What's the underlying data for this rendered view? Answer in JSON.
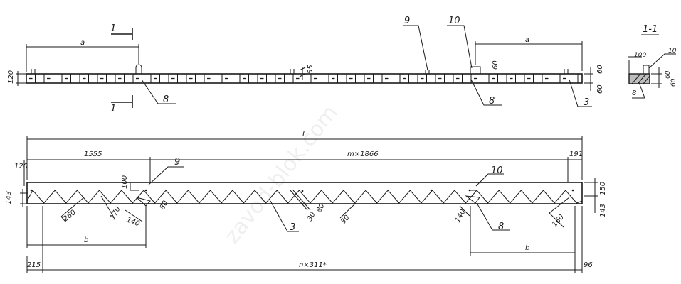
{
  "top_view": {
    "dim_a_left": "a",
    "dim_a_right": "a",
    "dim_120": "120",
    "dim_55": "55",
    "dim_60_right": "60",
    "dim_60_right2": "60",
    "dim_60_insert": "60",
    "section_mark": "1",
    "callouts": {
      "c8_left": "8",
      "c9": "9",
      "c10": "10",
      "c8_right": "8",
      "c3": "3"
    }
  },
  "section_view": {
    "title": "1-1",
    "dim_100": "100",
    "dim_60_a": "60",
    "dim_60_b": "60",
    "callout_10": "10",
    "callout_8": "8"
  },
  "elevation": {
    "dim_L": "L",
    "dim_1555": "1555",
    "dim_m1866": "m×1866",
    "dim_191": "191",
    "dim_120": "120",
    "dim_100": "100",
    "dim_143_left": "143",
    "dim_260": "260",
    "dim_170": "170",
    "dim_140_left": "140",
    "dim_80_left": "80",
    "dim_30_a": "30",
    "dim_80_mid": "80",
    "dim_30_b": "30",
    "dim_140_right": "140",
    "dim_150": "150",
    "dim_143_right": "143",
    "dim_160": "160",
    "dim_b_left": "b",
    "dim_b_right": "b",
    "dim_215": "215",
    "dim_n311": "n×311*",
    "dim_96": "96",
    "callouts": {
      "c9": "9",
      "c10": "10",
      "c3": "3",
      "c8": "8"
    }
  },
  "watermark": "zavod-blok.com"
}
